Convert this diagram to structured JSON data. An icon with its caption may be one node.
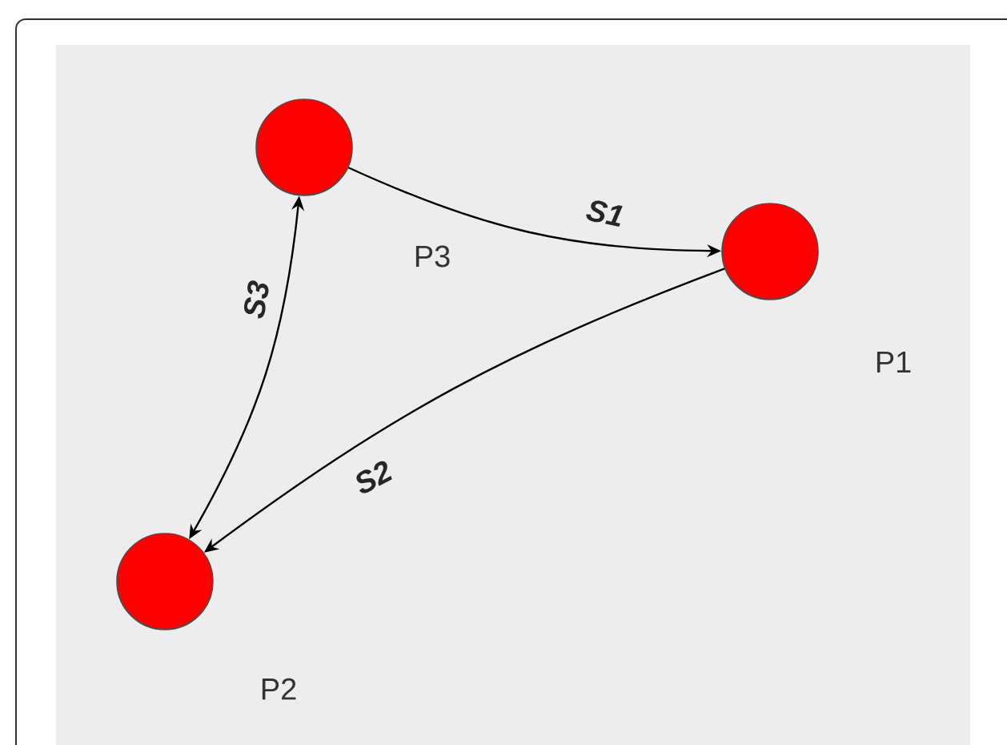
{
  "diagram": {
    "nodes": [
      {
        "text": [],
        "shape": "circle",
        "beside": [
          "P3"
        ]
      },
      {
        "text": [],
        "shape": "circle",
        "beside": [
          "P1"
        ]
      },
      {
        "text": [],
        "shape": "circle",
        "beside": [
          "P2"
        ]
      }
    ],
    "edges": [
      {
        "from": 0,
        "to": 1,
        "arrow": "to",
        "label": "S1"
      },
      {
        "from": 1,
        "to": 2,
        "arrow": "to",
        "label": "S2"
      },
      {
        "from": 2,
        "to": 0,
        "arrow": "both",
        "label": "S3"
      }
    ]
  }
}
